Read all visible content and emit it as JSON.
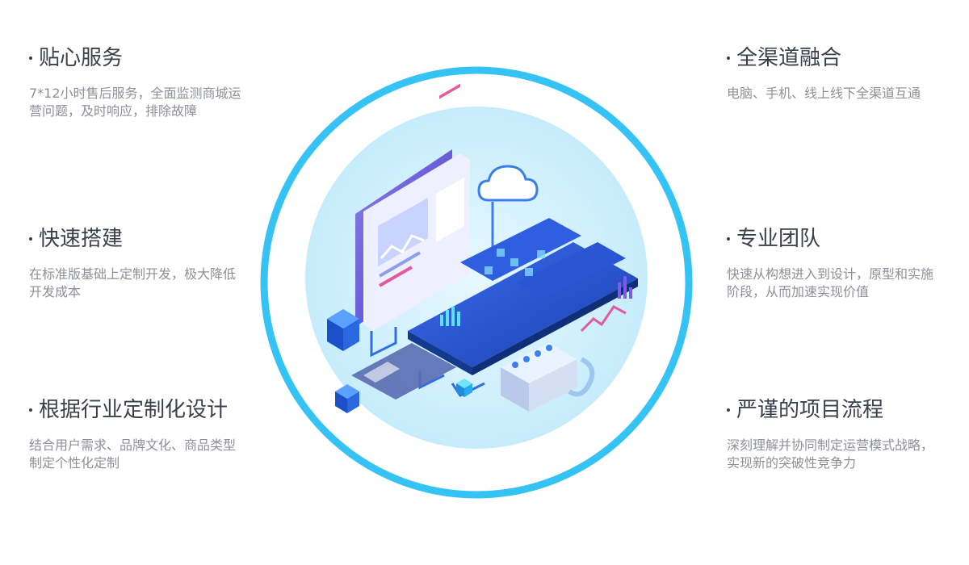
{
  "features": [
    {
      "title": "贴心服务",
      "desc": "7*12小时售后服务，全面监测商城运营问题，及时响应，排除故障"
    },
    {
      "title": "快速搭建",
      "desc": "在标准版基础上定制开发，极大降低开发成本"
    },
    {
      "title": "根据行业定制化设计",
      "desc": "结合用户需求、品牌文化、商品类型制定个性化定制"
    },
    {
      "title": "全渠道融合",
      "desc": "电脑、手机、线上线下全渠道互通"
    },
    {
      "title": "专业团队",
      "desc": "快速从构想进入到设计，原型和实施阶段，从而加速实现价值"
    },
    {
      "title": "严谨的项目流程",
      "desc": "深刻理解并协同制定运营模式战略，实现新的突破性竞争力"
    }
  ],
  "colors": {
    "ring": "#35c2f5",
    "disc": "#cfeffc",
    "platform": "#2350c9",
    "screen": "#5b5fd6"
  }
}
